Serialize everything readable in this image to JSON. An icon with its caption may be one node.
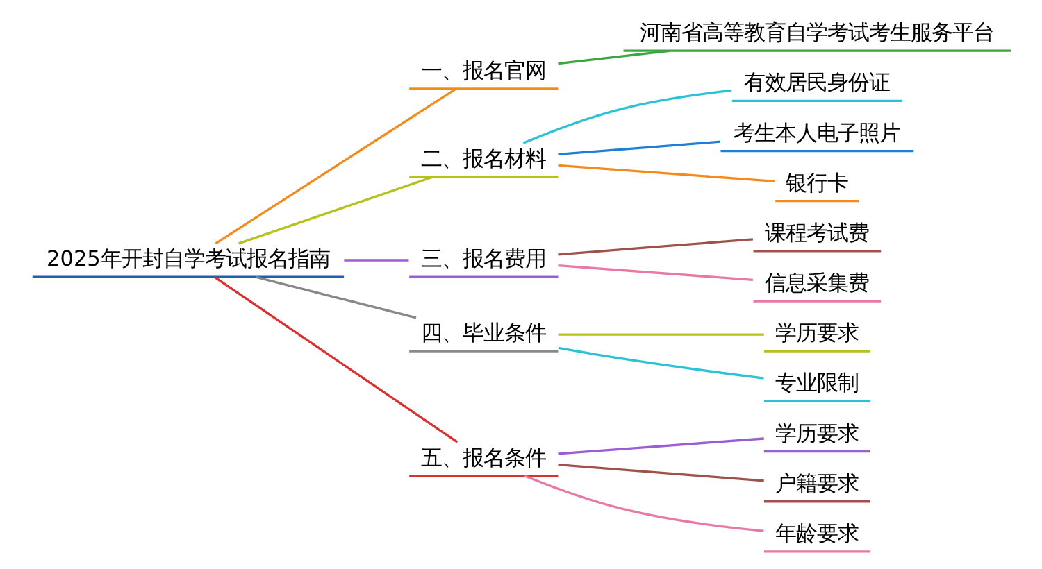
{
  "diagram": {
    "nodes": [
      {
        "text": [
          "2025年开封自学考试报名指南"
        ]
      },
      {
        "text": [
          "一、报名官网"
        ]
      },
      {
        "text": [
          "河南省高等教育自学考试考生服务平台"
        ]
      },
      {
        "text": [
          "二、报名材料"
        ]
      },
      {
        "text": [
          "有效居民身份证"
        ]
      },
      {
        "text": [
          "考生本人电子照片"
        ]
      },
      {
        "text": [
          "银行卡"
        ]
      },
      {
        "text": [
          "三、报名费用"
        ]
      },
      {
        "text": [
          "课程考试费"
        ]
      },
      {
        "text": [
          "信息采集费"
        ]
      },
      {
        "text": [
          "四、毕业条件"
        ]
      },
      {
        "text": [
          "学历要求"
        ]
      },
      {
        "text": [
          "专业限制"
        ]
      },
      {
        "text": [
          "五、报名条件"
        ]
      },
      {
        "text": [
          "学历要求"
        ]
      },
      {
        "text": [
          "户籍要求"
        ]
      },
      {
        "text": [
          "年龄要求"
        ]
      }
    ],
    "edges": [
      {
        "from": 0,
        "to": 1,
        "arrow": "none",
        "color": "#f28a1c"
      },
      {
        "from": 1,
        "to": 2,
        "arrow": "none",
        "color": "#3aa641"
      },
      {
        "from": 0,
        "to": 3,
        "arrow": "none",
        "color": "#b5c21d"
      },
      {
        "from": 3,
        "to": 4,
        "arrow": "none",
        "color": "#2cc2d6"
      },
      {
        "from": 3,
        "to": 5,
        "arrow": "none",
        "color": "#1f7fd6"
      },
      {
        "from": 3,
        "to": 6,
        "arrow": "none",
        "color": "#f28a1c"
      },
      {
        "from": 0,
        "to": 7,
        "arrow": "none",
        "color": "#9c5cd6"
      },
      {
        "from": 7,
        "to": 8,
        "arrow": "none",
        "color": "#a0524a"
      },
      {
        "from": 7,
        "to": 9,
        "arrow": "none",
        "color": "#e879a6"
      },
      {
        "from": 0,
        "to": 10,
        "arrow": "none",
        "color": "#888888"
      },
      {
        "from": 10,
        "to": 11,
        "arrow": "none",
        "color": "#b5c21d"
      },
      {
        "from": 10,
        "to": 12,
        "arrow": "none",
        "color": "#2cc2d6"
      },
      {
        "from": 0,
        "to": 13,
        "arrow": "none",
        "color": "#d93030"
      },
      {
        "from": 13,
        "to": 14,
        "arrow": "none",
        "color": "#9c5cd6"
      },
      {
        "from": 13,
        "to": 15,
        "arrow": "none",
        "color": "#a0524a"
      },
      {
        "from": 13,
        "to": 16,
        "arrow": "none",
        "color": "#e879a6"
      }
    ]
  }
}
